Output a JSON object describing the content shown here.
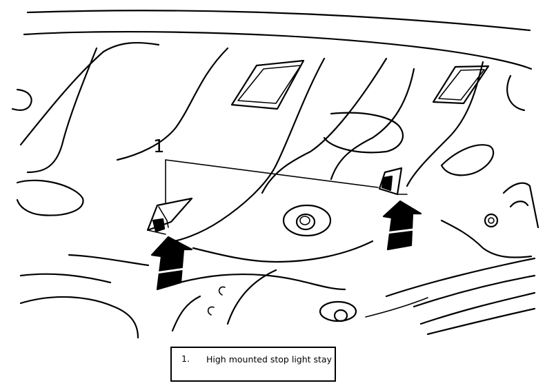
{
  "callout": {
    "number": "1"
  },
  "legend": [
    {
      "number": "1.",
      "text": "High mounted stop light stay"
    }
  ],
  "icons": [
    "stop-light-stay-bracket",
    "direction-arrow",
    "clip-fastener"
  ]
}
